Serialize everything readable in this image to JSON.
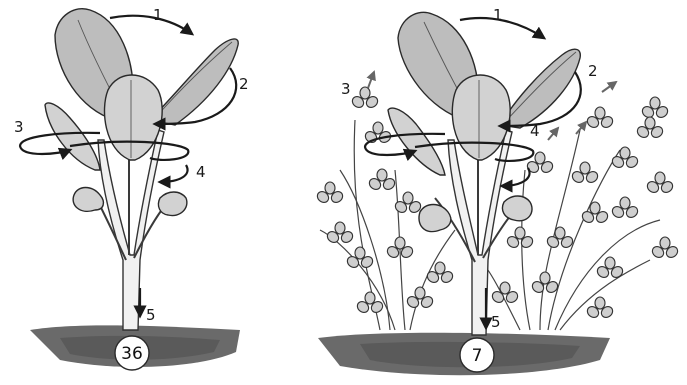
{
  "left_plant": {
    "labels": [
      "1",
      "2",
      "3",
      "4",
      "5"
    ],
    "root_value": "36"
  },
  "right_plant": {
    "labels": [
      "1",
      "2",
      "3",
      "4",
      "5"
    ],
    "root_value": "7"
  },
  "colors": {
    "leaf": "#bdbdbd",
    "soil": "#6a6a6a",
    "ink": "#1a1a1a",
    "clover_arrow": "#666666"
  }
}
